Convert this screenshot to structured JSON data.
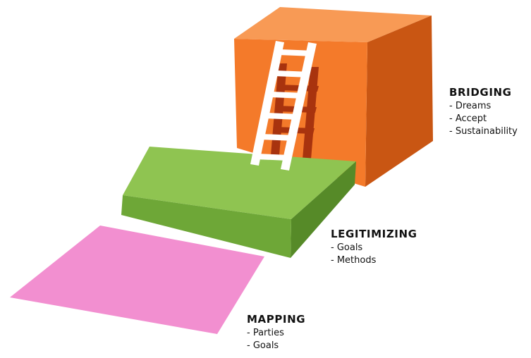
{
  "colors": {
    "mapping_plane": "#f28fd0",
    "green_top": "#8fc451",
    "green_front": "#6ea737",
    "green_side": "#568a28",
    "orange_front": "#f47a2a",
    "orange_top": "#f89a55",
    "orange_side": "#c95613",
    "ladder": "#ffffff",
    "ladder_shadow": "#a8330e"
  },
  "stages": {
    "bridging": {
      "title": "BRIDGING",
      "items": [
        "Dreams",
        "Accept",
        "Sustainability"
      ]
    },
    "legitimizing": {
      "title": "LEGITIMIZING",
      "items": [
        "Goals",
        "Methods"
      ]
    },
    "mapping": {
      "title": "MAPPING",
      "items": [
        "Parties",
        "Goals"
      ]
    }
  }
}
